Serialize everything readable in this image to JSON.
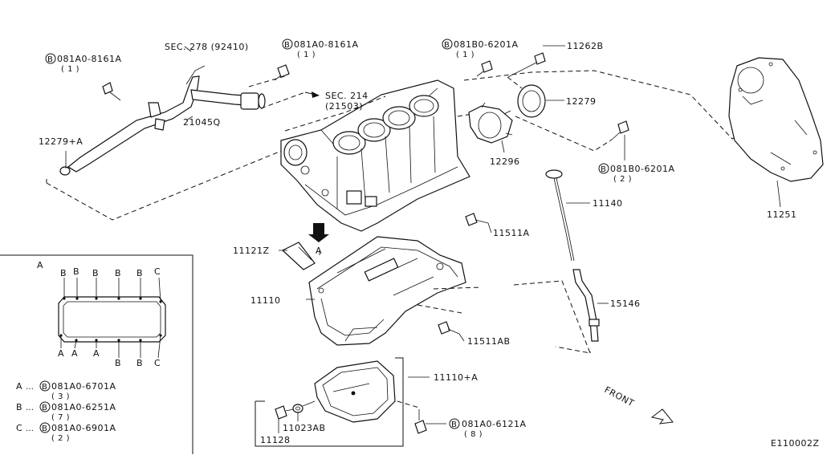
{
  "diagram_id": "E110002Z",
  "labels": {
    "sec_278": "SEC. 278 (92410)",
    "sec_214": "SEC. 214",
    "sec_214_sub": "(21503)",
    "p_21045q": "21045Q",
    "p_12279a": "12279+A",
    "p_12262b": "11262B",
    "p_12279": "12279",
    "p_12296": "12296",
    "p_11511a": "11511A",
    "p_11121z": "11121Z",
    "p_11110": "11110",
    "p_11140": "11140",
    "p_15146": "15146",
    "p_11251": "11251",
    "p_11511ab": "11511AB",
    "p_11110a": "11110+A",
    "p_11023ab": "11023AB",
    "p_11128": "11128",
    "front": "FRONT",
    "arrow_a": "A"
  },
  "bolt_callouts": [
    {
      "code": "081A0-8161A",
      "qty": "( 1 )"
    },
    {
      "code": "081A0-8161A",
      "qty": "( 1 )"
    },
    {
      "code": "081B0-6201A",
      "qty": "( 1 )"
    },
    {
      "code": "081B0-6201A",
      "qty": "( 2 )"
    },
    {
      "code": "081A0-6121A",
      "qty": "( 8 )"
    }
  ],
  "circle_letter": "B",
  "inset": {
    "title": "A",
    "top_letters": [
      "B",
      "B",
      "B",
      "B",
      "B",
      "C"
    ],
    "bottom_letters": [
      "A",
      "A",
      "A",
      "B",
      "B",
      "C"
    ],
    "legend": [
      {
        "key": "A",
        "code": "081A0-6701A",
        "qty": "( 3 )"
      },
      {
        "key": "B",
        "code": "081A0-6251A",
        "qty": "( 7 )"
      },
      {
        "key": "C",
        "code": "081A0-6901A",
        "qty": "( 2 )"
      }
    ]
  }
}
